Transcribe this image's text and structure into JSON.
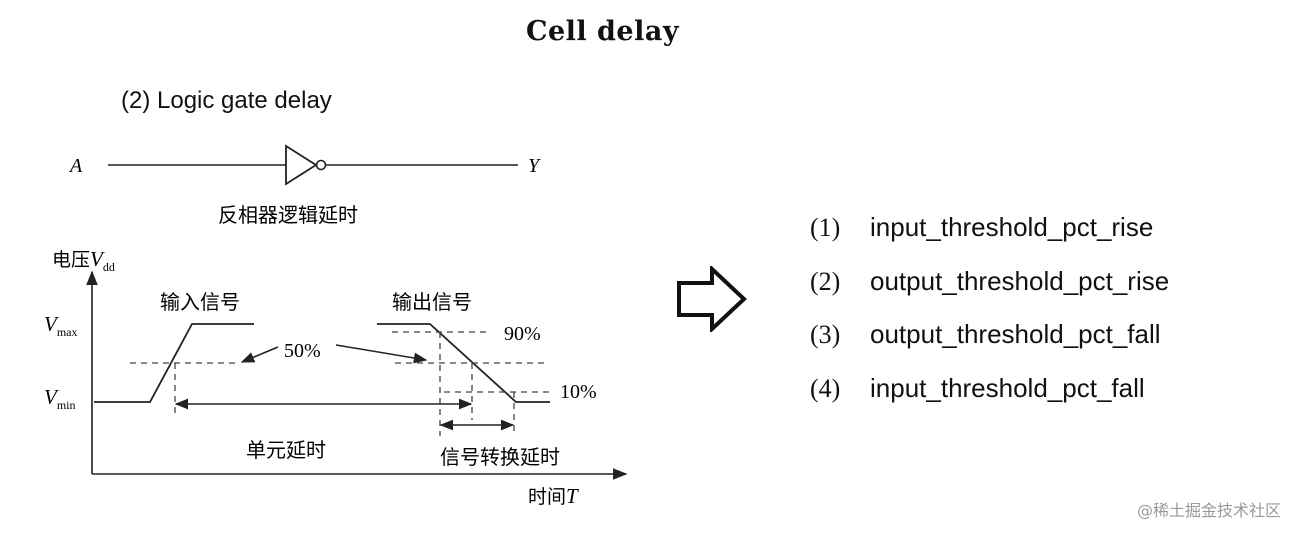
{
  "title": "Cell delay",
  "subtitle": "(2) Logic gate delay",
  "gate": {
    "input_label": "A",
    "output_label": "Y",
    "caption": "反相器逻辑延时"
  },
  "waveform": {
    "y_axis_label_prefix": "电压",
    "y_axis_label_var": "V",
    "y_axis_label_sub": "dd",
    "x_axis_label_prefix": "时间",
    "x_axis_label_var": "T",
    "vmax_var": "V",
    "vmax_sub": "max",
    "vmin_var": "V",
    "vmin_sub": "min",
    "input_signal_label": "输入信号",
    "output_signal_label": "输出信号",
    "pct_50": "50%",
    "pct_90": "90%",
    "pct_10": "10%",
    "cell_delay_label": "单元延时",
    "transition_delay_label": "信号转换延时"
  },
  "list": [
    {
      "num": "(1)",
      "text": "input_threshold_pct_rise"
    },
    {
      "num": "(2)",
      "text": "output_threshold_pct_rise"
    },
    {
      "num": "(3)",
      "text": "output_threshold_pct_fall"
    },
    {
      "num": "(4)",
      "text": "input_threshold_pct_fall"
    }
  ],
  "watermark": "@稀土掘金技术社区"
}
